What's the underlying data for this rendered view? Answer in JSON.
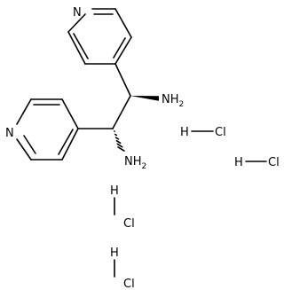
{
  "molecule": {
    "atoms": {
      "n_top": "N",
      "n_left": "N",
      "amine_top": "NH",
      "amine_top_sub": "2",
      "amine_bottom": "NH",
      "amine_bottom_sub": "2"
    },
    "hcl": [
      {
        "h": "H",
        "cl": "Cl"
      },
      {
        "h": "H",
        "cl": "Cl"
      },
      {
        "h": "H",
        "cl": "Cl"
      },
      {
        "h": "H",
        "cl": "Cl"
      }
    ]
  }
}
